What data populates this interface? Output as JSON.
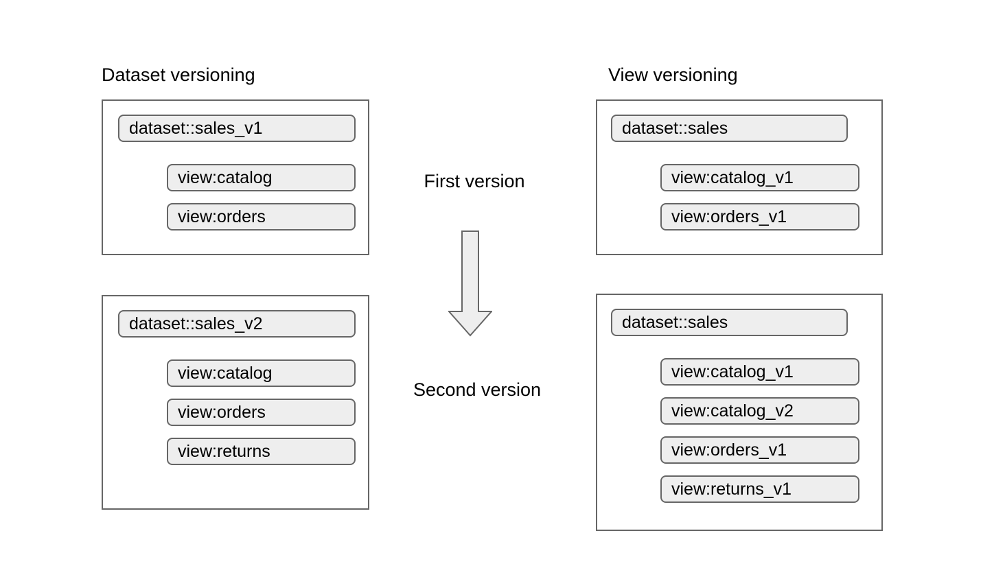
{
  "diagram": {
    "title": "Dataset versioning vs View versioning",
    "colors": {
      "panel_border": "#666666",
      "pill_fill": "#eeeeee",
      "pill_border": "#666666",
      "arrow_fill": "#eeeeee",
      "arrow_border": "#666666",
      "text": "#000000",
      "background": "#ffffff"
    }
  },
  "columns": {
    "left": {
      "heading": "Dataset versioning",
      "panels": [
        {
          "stage": "first",
          "dataset": "dataset::sales_v1",
          "views": [
            "view:catalog",
            "view:orders"
          ]
        },
        {
          "stage": "second",
          "dataset": "dataset::sales_v2",
          "views": [
            "view:catalog",
            "view:orders",
            "view:returns"
          ]
        }
      ]
    },
    "right": {
      "heading": "View versioning",
      "panels": [
        {
          "stage": "first",
          "dataset": "dataset::sales",
          "views": [
            "view:catalog_v1",
            "view:orders_v1"
          ]
        },
        {
          "stage": "second",
          "dataset": "dataset::sales",
          "views": [
            "view:catalog_v1",
            "view:catalog_v2",
            "view:orders_v1",
            "view:returns_v1"
          ]
        }
      ]
    }
  },
  "center": {
    "first_label": "First version",
    "second_label": "Second version",
    "arrow": "down-arrow"
  }
}
